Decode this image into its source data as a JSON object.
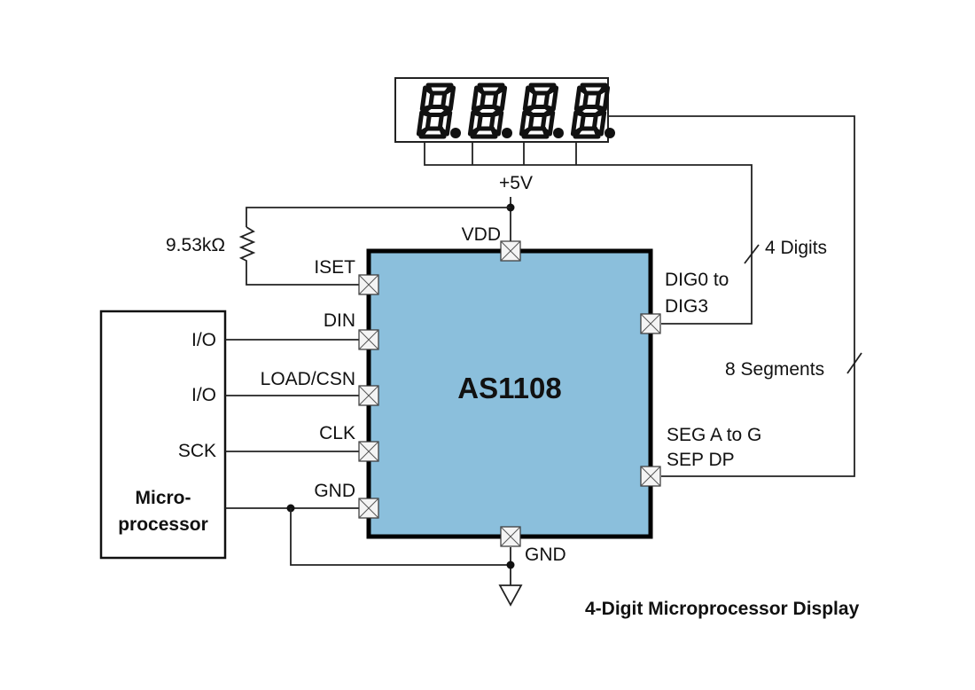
{
  "diagram": {
    "caption": "4-Digit Microprocessor Display",
    "chip": {
      "name": "AS1108",
      "fill_color": "#8bbfdc",
      "border_color": "#000000"
    },
    "display": {
      "digit_count": 4,
      "digits": [
        "8.",
        "8.",
        "8.",
        "8."
      ]
    },
    "supply": {
      "label": "+5V"
    },
    "resistor": {
      "label": "9.53kΩ"
    },
    "chip_pins": {
      "vdd": "VDD",
      "iset": "ISET",
      "din": "DIN",
      "load": "LOAD/CSN",
      "clk": "CLK",
      "gnd_left": "GND",
      "gnd_bottom": "GND",
      "dig_line1": "DIG0 to",
      "dig_line2": "DIG3",
      "seg_line1": "SEG A to G",
      "seg_line2": "SEP DP"
    },
    "bus_labels": {
      "digits": "4 Digits",
      "segments": "8 Segments"
    },
    "microprocessor": {
      "label_line1": "Micro-",
      "label_line2": "processor",
      "pins": [
        "I/O",
        "I/O",
        "SCK"
      ]
    }
  }
}
